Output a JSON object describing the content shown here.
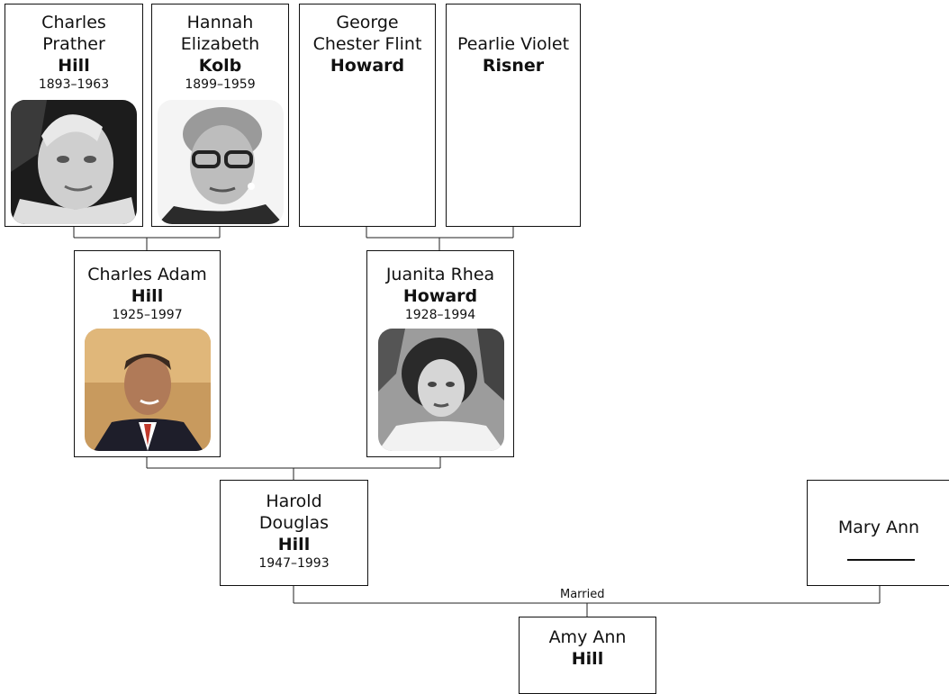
{
  "people": {
    "charles_prather_hill": {
      "given_1": "Charles",
      "given_2": "Prather",
      "surname": "Hill",
      "dates": "1893–1963"
    },
    "hannah_elizabeth_kolb": {
      "given_1": "Hannah",
      "given_2": "Elizabeth",
      "surname": "Kolb",
      "dates": "1899–1959"
    },
    "george_chester_flint_howard": {
      "given_1": "George",
      "given_2": "Chester Flint",
      "surname": "Howard"
    },
    "pearlie_violet_risner": {
      "given_1": "Pearlie Violet",
      "surname": "Risner"
    },
    "charles_adam_hill": {
      "given_1": "Charles Adam",
      "surname": "Hill",
      "dates": "1925–1997"
    },
    "juanita_rhea_howard": {
      "given_1": "Juanita Rhea",
      "surname": "Howard",
      "dates": "1928–1994"
    },
    "harold_douglas_hill": {
      "given_1": "Harold",
      "given_2": "Douglas",
      "surname": "Hill",
      "dates": "1947–1993"
    },
    "mary_ann": {
      "given_1": "Mary Ann"
    },
    "amy_ann_hill": {
      "given_1": "Amy Ann",
      "surname": "Hill"
    }
  },
  "relations": {
    "married_label": "Married"
  },
  "colors": {
    "line": "#222222",
    "border": "#111111"
  }
}
